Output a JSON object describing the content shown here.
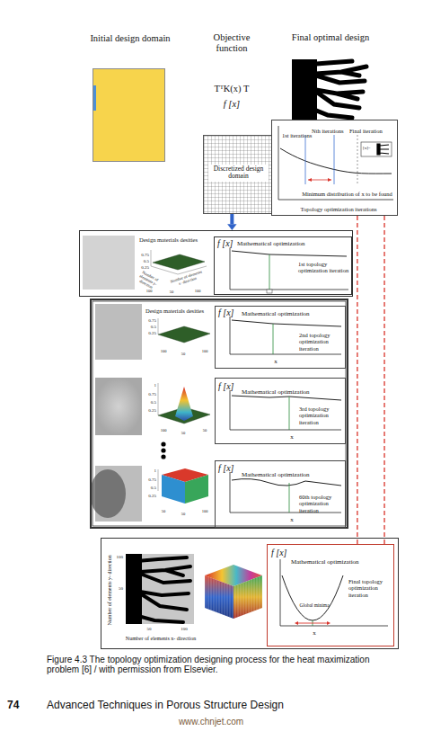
{
  "diagram": {
    "caption": "Figure 4.3 The topology optimization designing process for the heat maximization problem [6] / with permission from Elsevier.",
    "nodes": [
      {
        "text": [
          "Initial design domain"
        ]
      },
      {
        "text": [
          "Discretized design domain"
        ]
      },
      {
        "text": [
          "Final optimal design"
        ]
      },
      {
        "text": [
          "1st iterations",
          "Nth iterations",
          "Final iteration",
          "Minimum distribution of x to be found",
          "Topology optimization iterations"
        ]
      },
      {
        "text": [
          "Design materials desities"
        ]
      },
      {
        "text": [
          "f [x]",
          "Mathematical optimization",
          "1st topology optimization iteration"
        ],
        "in": 4
      },
      {
        "text": [
          "Design materials desities"
        ]
      },
      {
        "text": [
          "f [x]",
          "Mathematical optimization",
          "2nd topology optimization iteration",
          "x"
        ],
        "in": 6
      },
      {
        "text": [
          "f [x]",
          "Mathematical optimization",
          "3rd topology optimization iteration",
          "x"
        ],
        "in": 6
      },
      {
        "text": [
          "f [x]",
          "Mathematical optimization",
          "60th topology optimization iteration",
          "x"
        ],
        "in": 6
      },
      {
        "text": [
          "Number of elements y- direction",
          "Number of elements x- direction"
        ]
      },
      {
        "text": [
          "f [x]",
          "Mathematical optimization",
          "Global minima",
          "Final topology optimization iteration",
          "x"
        ],
        "in": 10
      }
    ],
    "edges": [
      {
        "from": 1,
        "to": 4,
        "arrow": "to"
      },
      {
        "from": 3,
        "to": 11,
        "arrow": "none"
      }
    ],
    "labels": [
      "Objective function",
      "TᵀK(x) T",
      "f [x]",
      "0.75",
      "0.5",
      "0.25",
      "Number of elements y- direction",
      "Number of elements x- direction",
      "100",
      "50",
      "100",
      "0.75",
      "0.5",
      "0.25",
      "100",
      "50",
      "100",
      "1",
      "0.75",
      "0.5",
      "0.25",
      "100",
      "50",
      "50",
      "1",
      "0.75",
      "0.5",
      "0.25",
      "50",
      "50",
      "100",
      "100",
      "50",
      "50",
      "100",
      "[x]=",
      "74",
      "Advanced Techniques in Porous Structure Design",
      "www.chnjet.com"
    ]
  }
}
